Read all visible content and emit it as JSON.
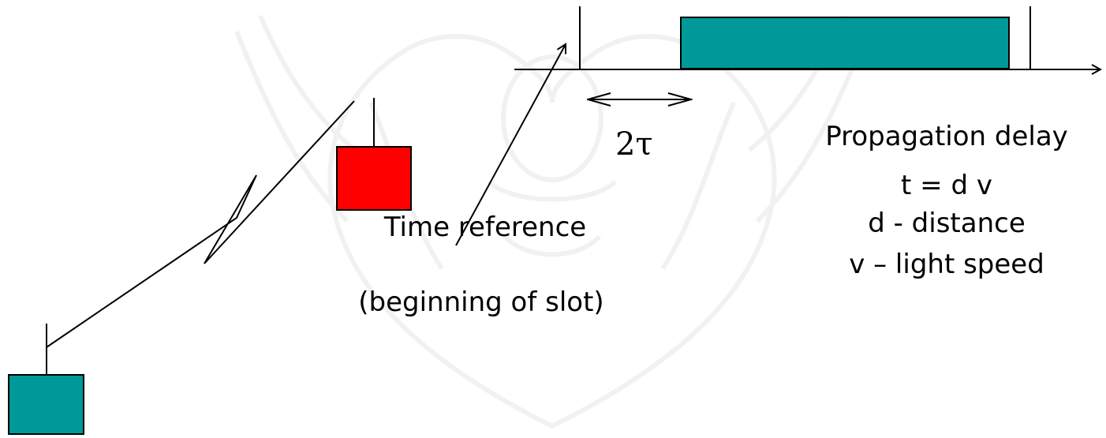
{
  "colors": {
    "teal": "#009999",
    "red": "#ff0000",
    "watermark": "#e8e8e8"
  },
  "icons": {
    "watermark": "university-seal-watermark",
    "link": "zigzag-radio-link",
    "terminal": "terminal-box",
    "satellite": "satellite-box"
  },
  "labels": {
    "two_tau": "2τ",
    "time_reference": "Time reference",
    "beginning_of_slot": "(beginning of slot)",
    "propagation_delay": "Propagation delay",
    "formula": "t = d v",
    "distance": "d - distance",
    "light_speed": "v – light speed"
  }
}
